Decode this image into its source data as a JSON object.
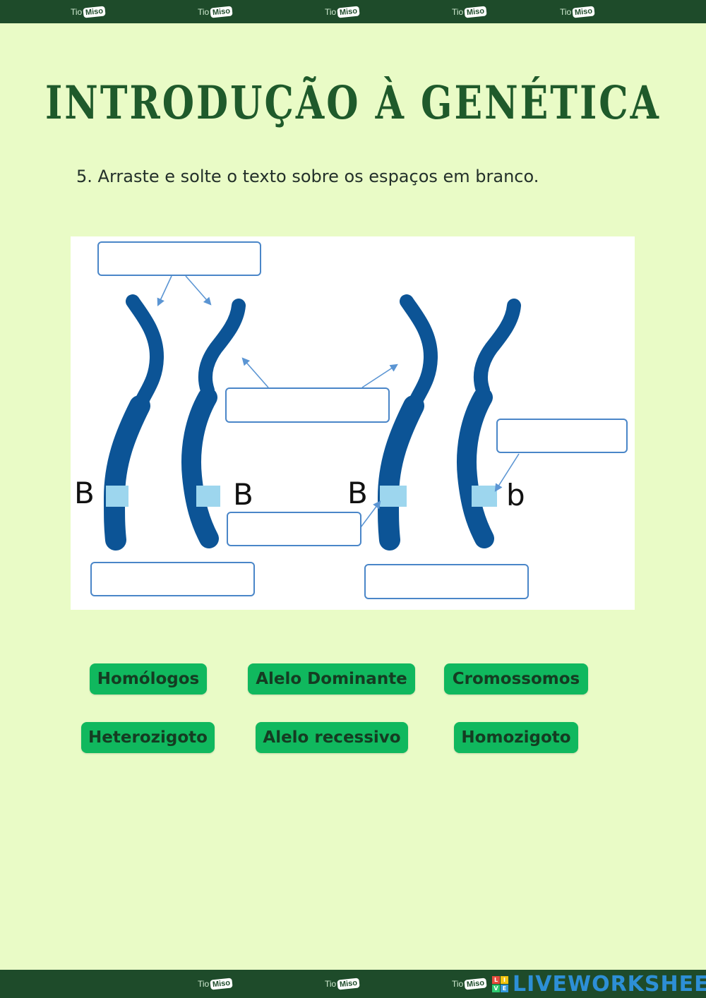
{
  "header": {
    "logos": [
      {
        "tio": "Tio",
        "miso": "Miso"
      },
      {
        "tio": "Tio",
        "miso": "Miso"
      },
      {
        "tio": "Tio",
        "miso": "Miso"
      },
      {
        "tio": "Tio",
        "miso": "Miso"
      },
      {
        "tio": "Tio",
        "miso": "Miso"
      }
    ]
  },
  "footer": {
    "logos": [
      {
        "tio": "Tio",
        "miso": "Miso"
      },
      {
        "tio": "Tio",
        "miso": "Miso"
      },
      {
        "tio": "Tio",
        "miso": "Miso"
      }
    ],
    "brand": {
      "icon_letters": [
        "L",
        "I",
        "V",
        "E"
      ],
      "text": "LIVEWORKSHEETS"
    }
  },
  "title": "INTRODUÇÃO À GENÉTICA",
  "instruction": "5. Arraste e solte o texto sobre os espaços em branco.",
  "diagram": {
    "alleles": [
      "B",
      "B",
      "B",
      "b"
    ]
  },
  "word_bank": [
    "Homólogos",
    "Alelo Dominante",
    "Cromossomos",
    "Heterozigoto",
    "Alelo recessivo",
    "Homozigoto"
  ],
  "colors": {
    "background": "#e9fbc6",
    "band": "#1e4b2a",
    "title": "#1f5a2b",
    "chromosome": "#0c5496",
    "band_marker": "#9dd6ee",
    "chip": "#10b85e",
    "drop_border": "#4a86c8"
  }
}
